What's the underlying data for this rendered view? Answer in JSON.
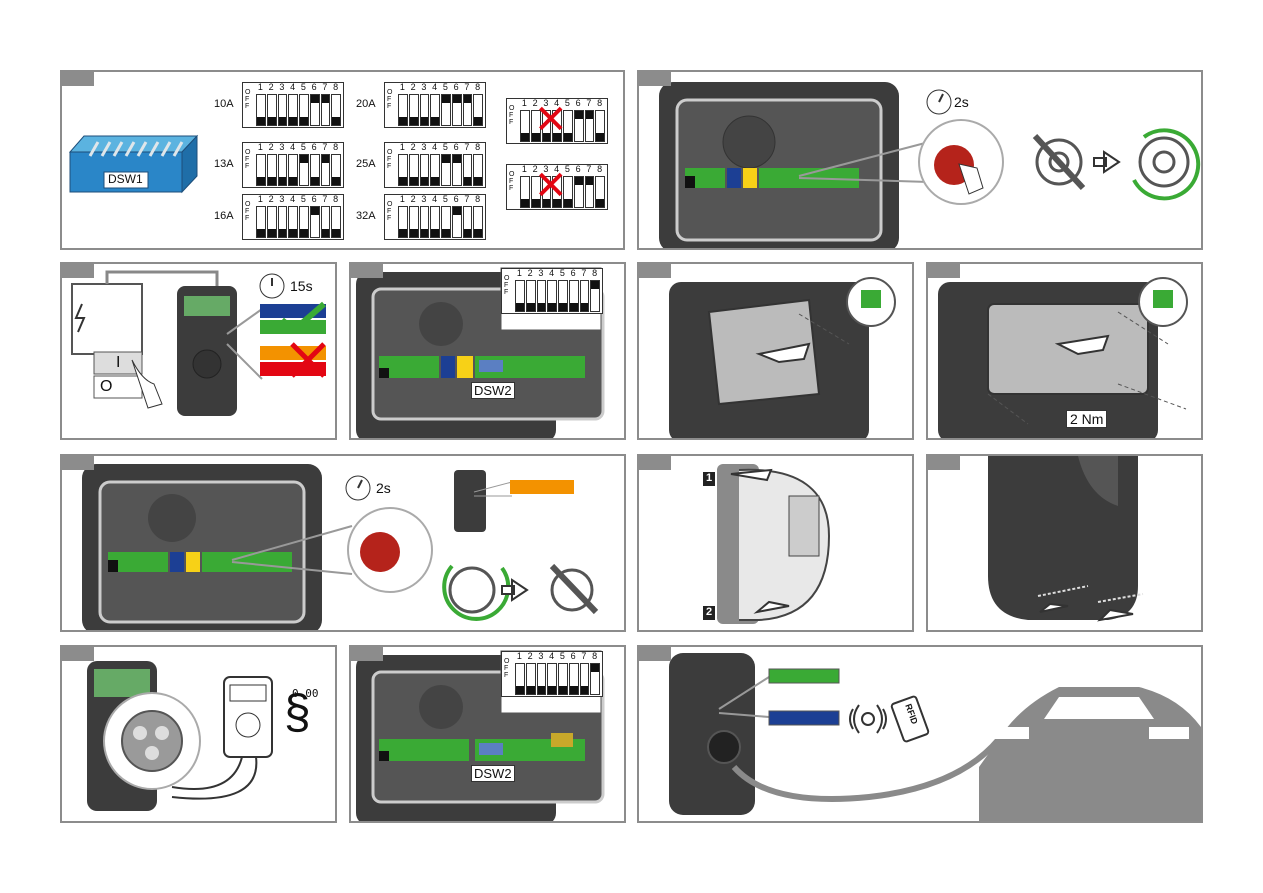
{
  "panel1": {
    "dsw_label": "DSW1",
    "off_label": "OFF",
    "switch_numbers": [
      "1",
      "2",
      "3",
      "4",
      "5",
      "6",
      "7",
      "8"
    ],
    "currents": [
      "10A",
      "13A",
      "16A",
      "20A",
      "25A",
      "32A"
    ]
  },
  "panel2": {
    "time": "2s"
  },
  "panel3": {
    "time": "15s",
    "on_label": "I",
    "off_label": "O"
  },
  "panel4": {
    "dsw_label": "DSW2"
  },
  "panel6": {
    "torque": "2 Nm"
  },
  "panel7": {
    "time": "2s"
  },
  "panel8": {
    "step1": "1",
    "step2": "2"
  },
  "panel10": {
    "section_symbol": "§",
    "meter_display": "0.00"
  },
  "panel11": {
    "dsw_label": "DSW2"
  },
  "panel12": {
    "rfid_label": "RFID"
  },
  "colors": {
    "green": "#3aaa35",
    "blue": "#1c3f94",
    "orange": "#f39200",
    "red": "#e30613",
    "yellow": "#f7d117",
    "border": "#8c8c8c",
    "charger": "#3c3c3c"
  }
}
